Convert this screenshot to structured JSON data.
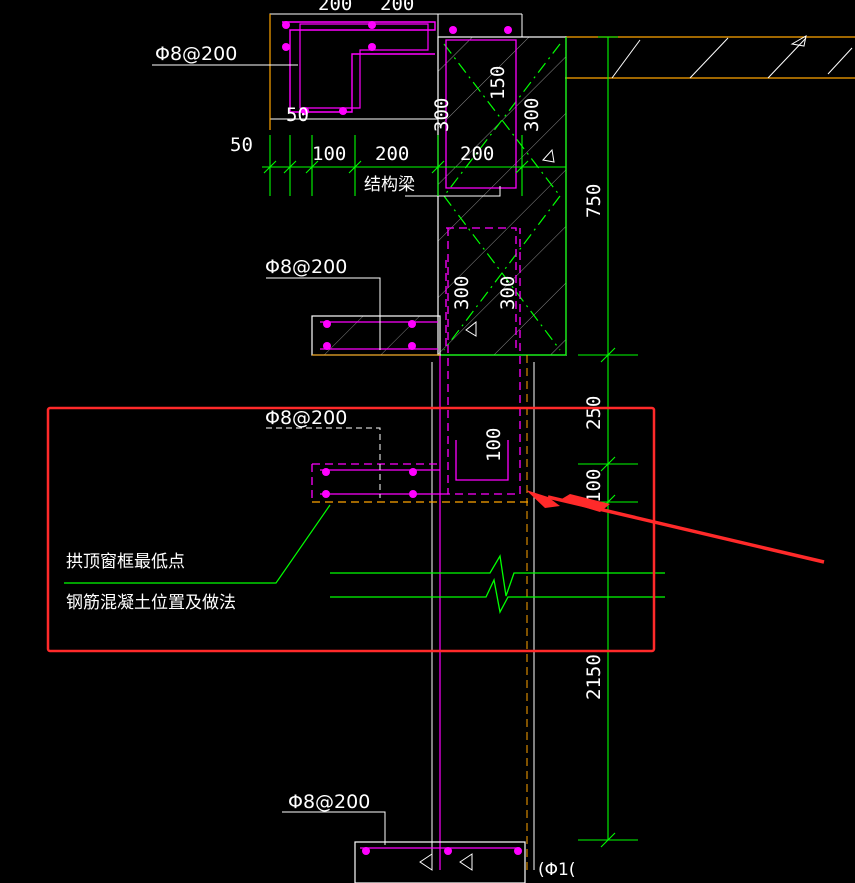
{
  "drawing": {
    "rebar_label": "Φ8@200",
    "structural_beam_label": "结构梁",
    "note_line1": "拱顶窗框最低点",
    "note_line2": "钢筋混凝土位置及做法",
    "bottom_label_fragment": "(Φ1(",
    "dims": {
      "top_200a": "200",
      "top_200b": "200",
      "left_50": "50",
      "bottom_50": "50",
      "row_100": "100",
      "row_200a": "200",
      "row_200b": "200",
      "v_300a": "300",
      "v_150": "150",
      "v_300b": "300",
      "v_750": "750",
      "v_300c": "300",
      "v_300d": "300",
      "v_250": "250",
      "v_100a": "100",
      "v_100b": "100",
      "v_2150": "2150"
    }
  },
  "colors": {
    "background": "#000000",
    "magenta": "#ff00ff",
    "green": "#00ff00",
    "white": "#ffffff",
    "orange": "#ffa500",
    "highlight_red": "#ff2a2a"
  }
}
